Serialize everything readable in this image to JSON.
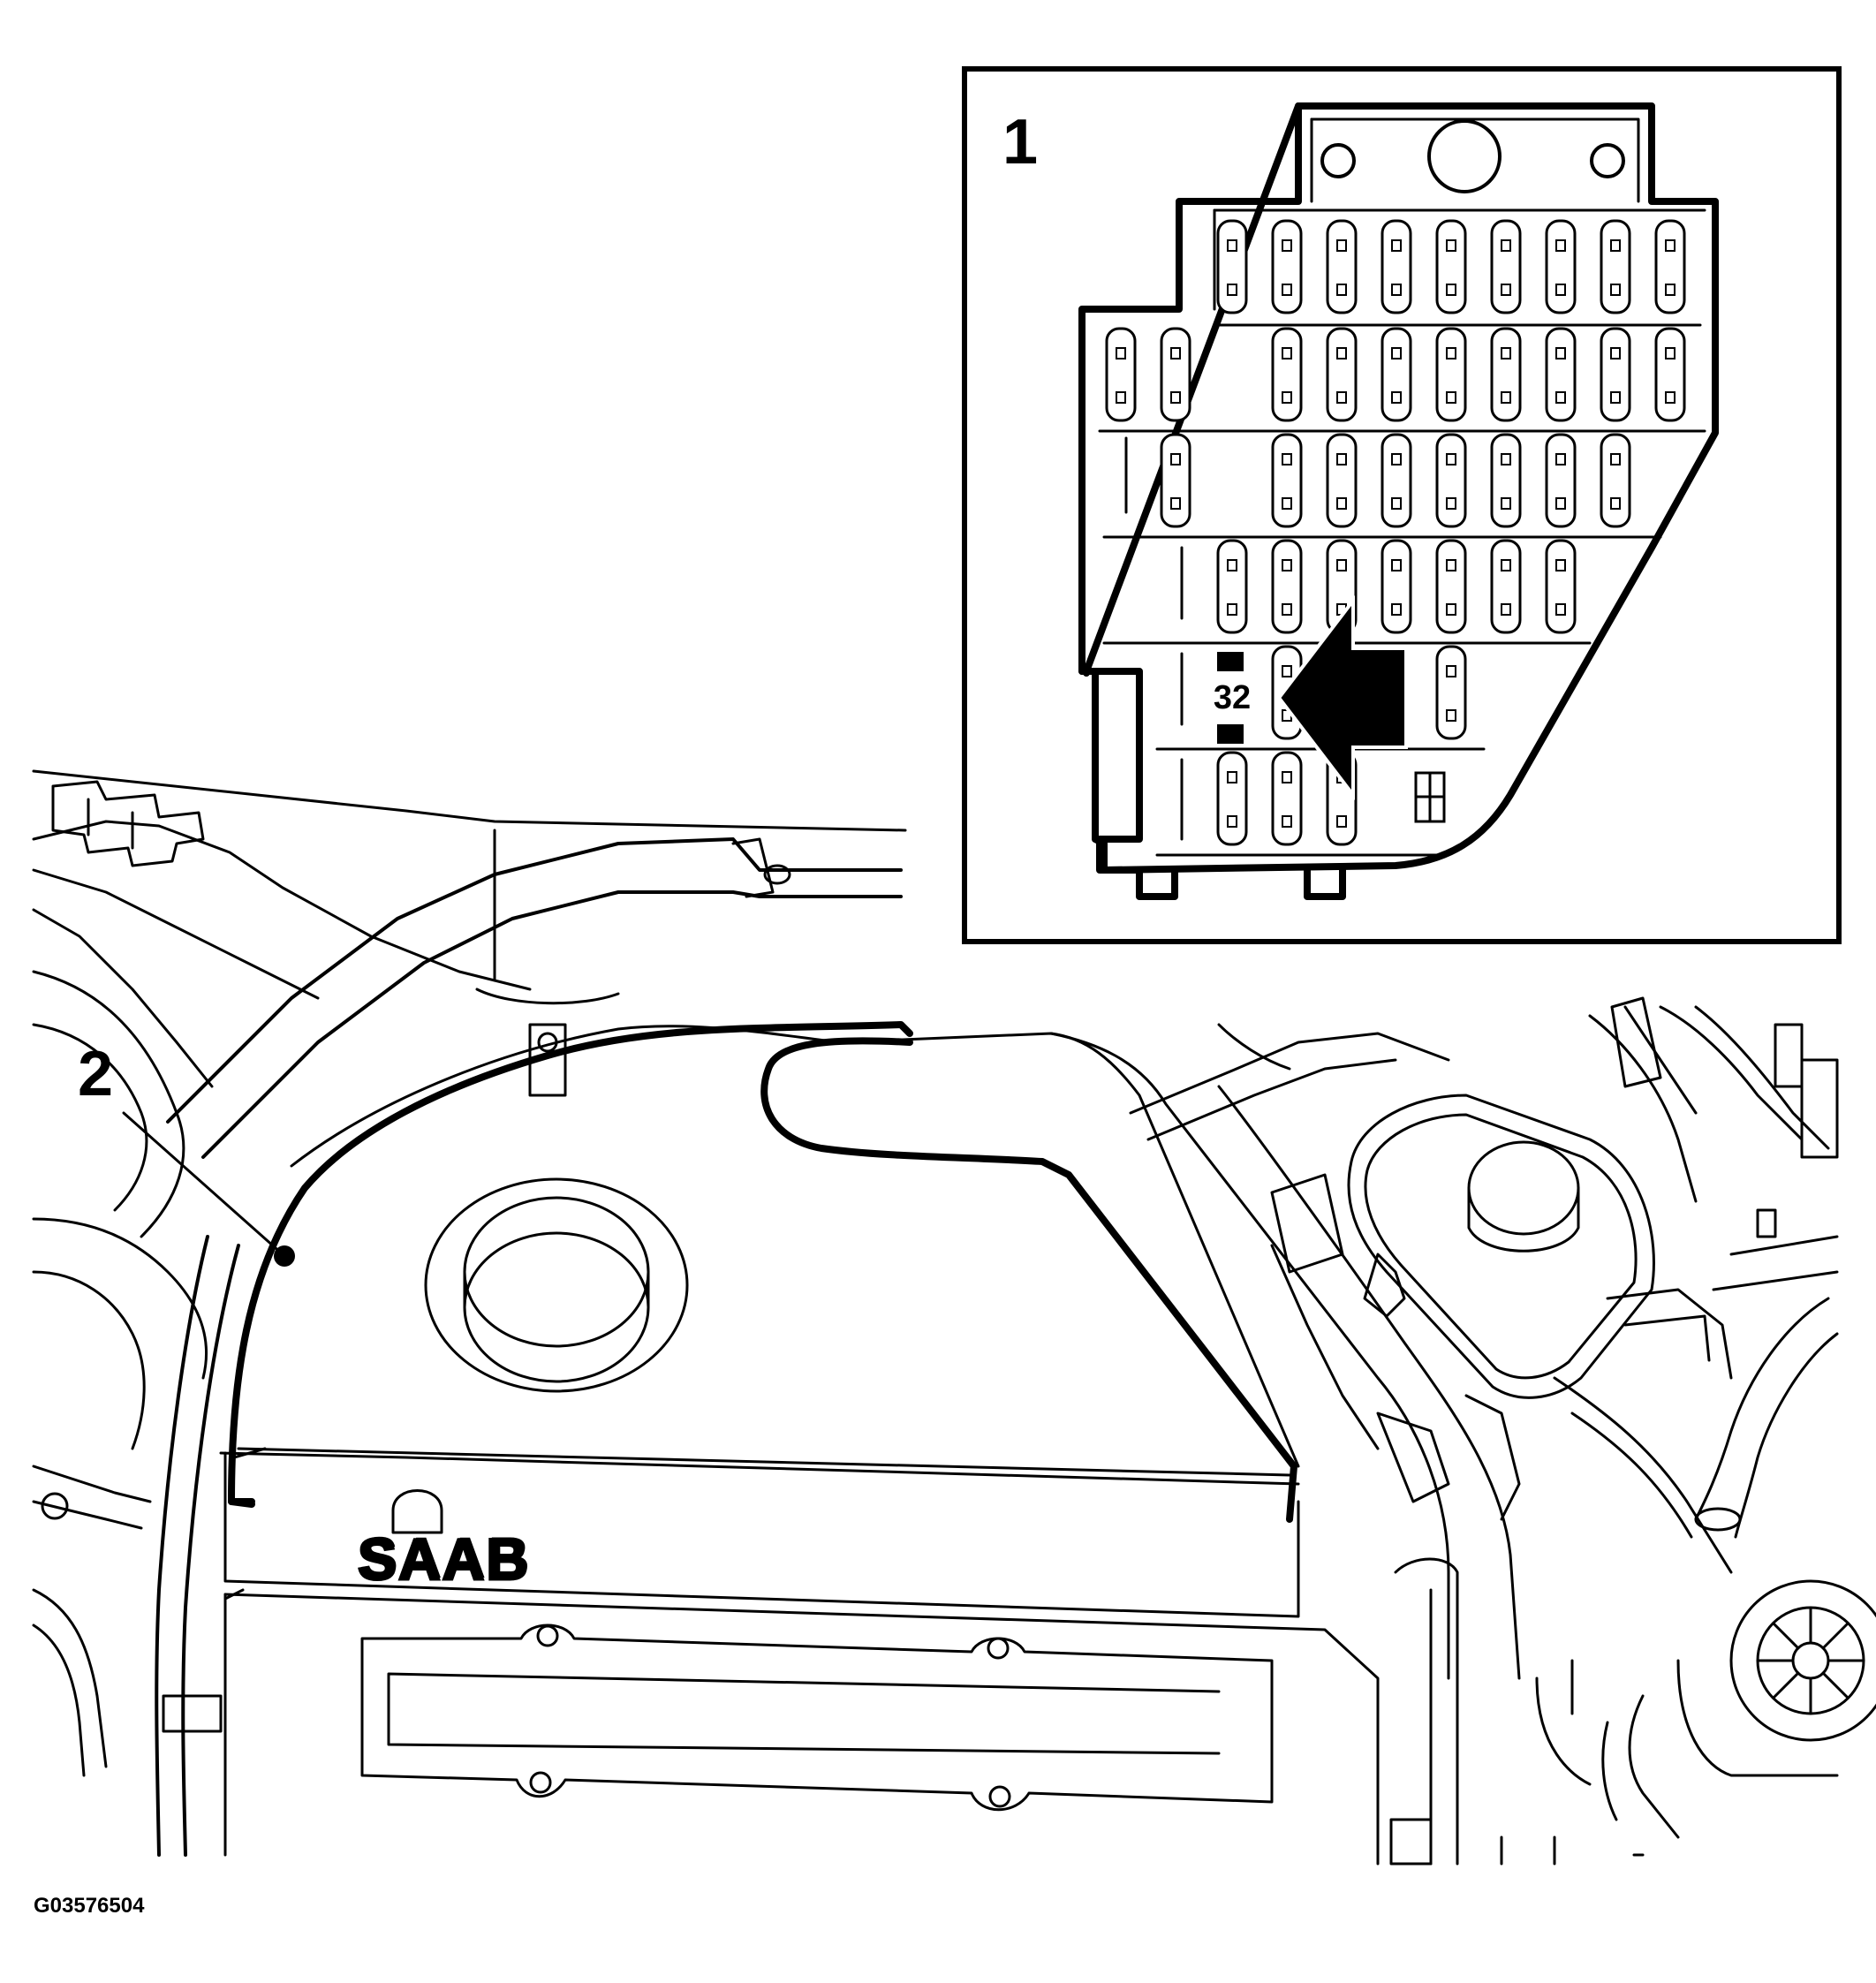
{
  "callouts": {
    "inset_number": "1",
    "main_number": "2"
  },
  "fuse_box": {
    "highlighted_fuse": "32"
  },
  "engine": {
    "brand_badge": "SAAB"
  },
  "figure_id": "G03576504",
  "colors": {
    "line": "#000000",
    "background": "#ffffff"
  }
}
